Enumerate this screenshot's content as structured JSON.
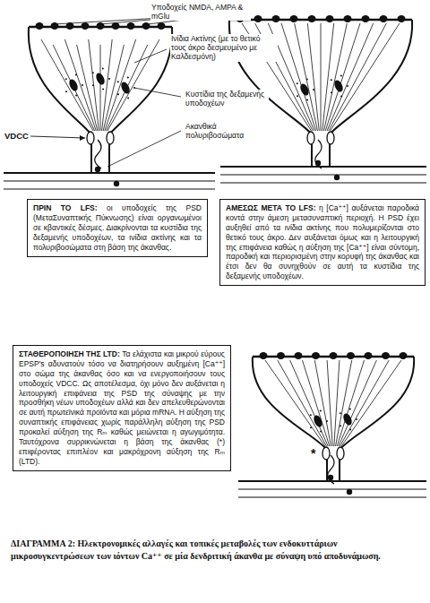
{
  "diagram": {
    "caption": "ΔΙΑΓΡΑΜΜΑ 2: Ηλεκτρονομικές αλλαγές και τοπικές μεταβολές των ενδοκυττάριων μικροσυγκεντρώσεων των ιόντων Ca⁺⁺ σε μία δενδριτική άκανθα με σύναψη υπό αποδυνάμωση.",
    "nodes": [
      {
        "text": [
          "ΠΡΙΝ ΤΟ LFS:",
          "οι υποδοχείς της PSD (ΜεταΣυναπτικής Πύκνωσης) είναι οργανωμένοι σε κβαντικές δέσμες. Διακρίνονται τα κυστίδια της δεξαμενής υποδοχέων, τα ινίδια ακτίνης και τα πολυριβοσώματα στη βάση της άκανθας."
        ]
      },
      {
        "text": [
          "ΑΜΕΣΩΣ ΜΕΤΑ ΤΟ LFS:",
          "η [Ca⁺⁺] αυξάνεται παροδικά κοντά στην άμεση μετασυναπτική περιοχή. Η PSD έχει αυξηθεί από τα ινίδια ακτίνης που πολυμερίζονται στο θετικό τους άκρο. Δεν αυξάνεται όμως και η λειτουργική της επιφάνεια καθώς η αύξηση της [Ca⁺⁺] είναι σύντομη, παροδική και περιορισμένη στην κορυφή της άκανθας και έτσι δεν θα συνηχθούν σε αυτή τα κυστίδια της δεξαμενής υποδοχέων."
        ]
      },
      {
        "text": [
          "ΣΤΑΘΕΡΟΠΟΙΗΣΗ ΤΗΣ LTD:",
          "Τα ελάχιστα και μικρού εύρους EPSP's αδυνατούν τόσο να διατηρήσουν αυξημένη [Ca⁺⁺] στο σώμα της άκανθας όσο και να ενεργοποιήσουν τους υποδοχείς VDCC. Ως αποτέλεσμα, όχι μόνο δεν αυξάνεται η λειτουργική επιφάνεια της PSD της σύναψης με την προσθήκη νέων υποδοχέων αλλά και δεν απελευθερώνονται σε αυτή πρωτεϊνικά προϊόντα και μόρια mRNA. Η αύξηση της συναπτικής επιφάνειας χωρίς παράλληλη αύξηση της PSD προκαλεί αύξηση της Rₘ καθώς μειώνεται η αγωγιμότητα. Ταυτόχρονα συρρικνώνεται η βάση της άκανθας (*) επιφέροντας επιπλέον και μακρόχρονη αύξηση της Rₘ (LTD)."
        ]
      }
    ],
    "labels": [
      "Υποδοχείς NMDA, AMPA & mGlu",
      "Ινίδια Ακτίνης (με το θετικό τους άκρο δεσμευμένο με Καλδεσμόνη)",
      "Κυστίδια της δεξαμενής υποδοχέων",
      "Ακανθικά πολυριβοσώματα",
      "VDCC",
      "*"
    ]
  }
}
